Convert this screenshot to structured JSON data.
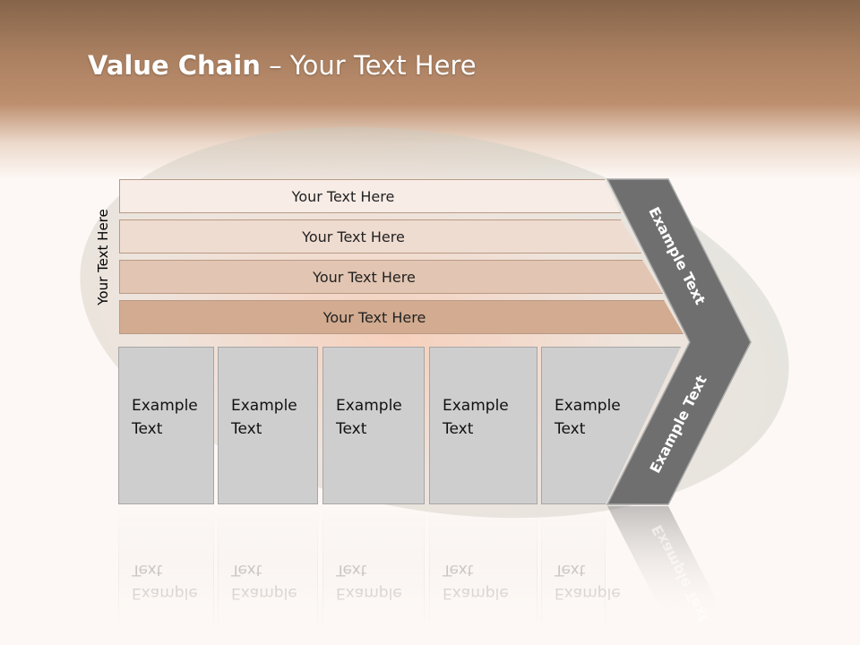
{
  "title": {
    "bold": "Value Chain",
    "rest": " – Your Text Here"
  },
  "side_label": "Your Text Here",
  "bars": [
    "Your Text Here",
    "Your Text Here",
    "Your Text Here",
    "Your Text Here"
  ],
  "columns": [
    "Example\nText",
    "Example\nText",
    "Example\nText",
    "Example\nText",
    "Example\nText"
  ],
  "arrow": {
    "upper_label": "Example Text",
    "lower_label": "Example Text"
  },
  "colors": {
    "bar1": "#f7ece6",
    "bar2": "#efdcd0",
    "bar3": "#e2c5b2",
    "bar4": "#d2ab90",
    "column_fill": "#cecece",
    "arrow_fill": "#6f6f6f",
    "band_dark": "#86644a"
  }
}
